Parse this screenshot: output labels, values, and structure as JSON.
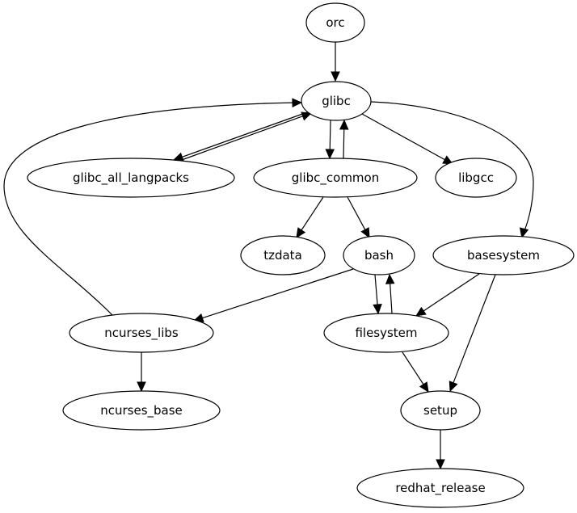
{
  "graph": {
    "type": "directed",
    "nodes": [
      {
        "id": "orc",
        "label": "orc"
      },
      {
        "id": "glibc",
        "label": "glibc"
      },
      {
        "id": "glibc_all_langpacks",
        "label": "glibc_all_langpacks"
      },
      {
        "id": "glibc_common",
        "label": "glibc_common"
      },
      {
        "id": "libgcc",
        "label": "libgcc"
      },
      {
        "id": "tzdata",
        "label": "tzdata"
      },
      {
        "id": "bash",
        "label": "bash"
      },
      {
        "id": "basesystem",
        "label": "basesystem"
      },
      {
        "id": "ncurses_libs",
        "label": "ncurses_libs"
      },
      {
        "id": "filesystem",
        "label": "filesystem"
      },
      {
        "id": "ncurses_base",
        "label": "ncurses_base"
      },
      {
        "id": "setup",
        "label": "setup"
      },
      {
        "id": "redhat_release",
        "label": "redhat_release"
      }
    ],
    "edges": [
      {
        "from": "orc",
        "to": "glibc"
      },
      {
        "from": "glibc",
        "to": "glibc_all_langpacks"
      },
      {
        "from": "glibc_all_langpacks",
        "to": "glibc"
      },
      {
        "from": "glibc",
        "to": "glibc_common"
      },
      {
        "from": "glibc_common",
        "to": "glibc"
      },
      {
        "from": "glibc",
        "to": "libgcc"
      },
      {
        "from": "glibc",
        "to": "basesystem"
      },
      {
        "from": "ncurses_libs",
        "to": "glibc"
      },
      {
        "from": "glibc_common",
        "to": "tzdata"
      },
      {
        "from": "glibc_common",
        "to": "bash"
      },
      {
        "from": "bash",
        "to": "ncurses_libs"
      },
      {
        "from": "bash",
        "to": "filesystem"
      },
      {
        "from": "filesystem",
        "to": "bash"
      },
      {
        "from": "basesystem",
        "to": "filesystem"
      },
      {
        "from": "basesystem",
        "to": "setup"
      },
      {
        "from": "ncurses_libs",
        "to": "ncurses_base"
      },
      {
        "from": "filesystem",
        "to": "setup"
      },
      {
        "from": "setup",
        "to": "redhat_release"
      }
    ]
  }
}
